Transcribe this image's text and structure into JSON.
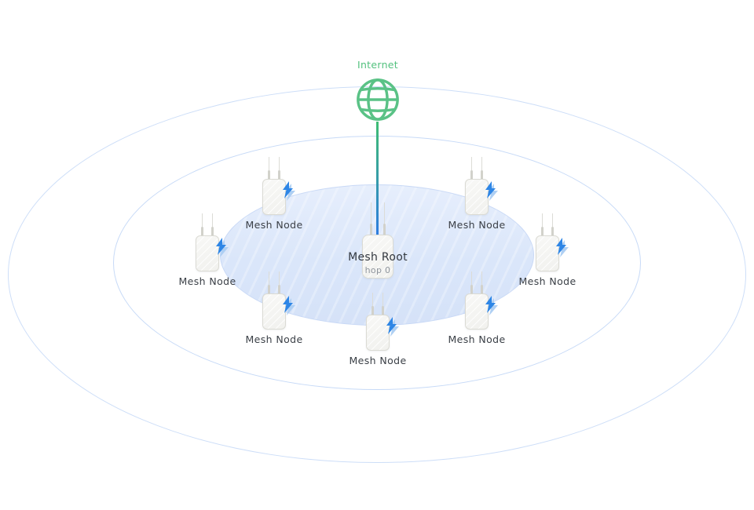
{
  "topology": {
    "internet": {
      "label": "Internet"
    },
    "root": {
      "label": "Mesh Root",
      "hop": "hop 0"
    },
    "nodes": [
      {
        "label": "Mesh Node"
      },
      {
        "label": "Mesh Node"
      },
      {
        "label": "Mesh Node"
      },
      {
        "label": "Mesh Node"
      },
      {
        "label": "Mesh Node"
      },
      {
        "label": "Mesh Node"
      },
      {
        "label": "Mesh Node"
      }
    ],
    "colors": {
      "internet_green": "#53c17e",
      "uplink_gradient_top": "#3fbd73",
      "uplink_gradient_bottom": "#2d7ce0",
      "bolt_blue": "#2e86e6",
      "bolt_light_blue": "#aecff3",
      "coverage_fill": "#dae6fa",
      "ring_stroke": "#cddef8",
      "node_label_text": "#3a3f46",
      "hop_label_text": "#8f959d"
    }
  }
}
